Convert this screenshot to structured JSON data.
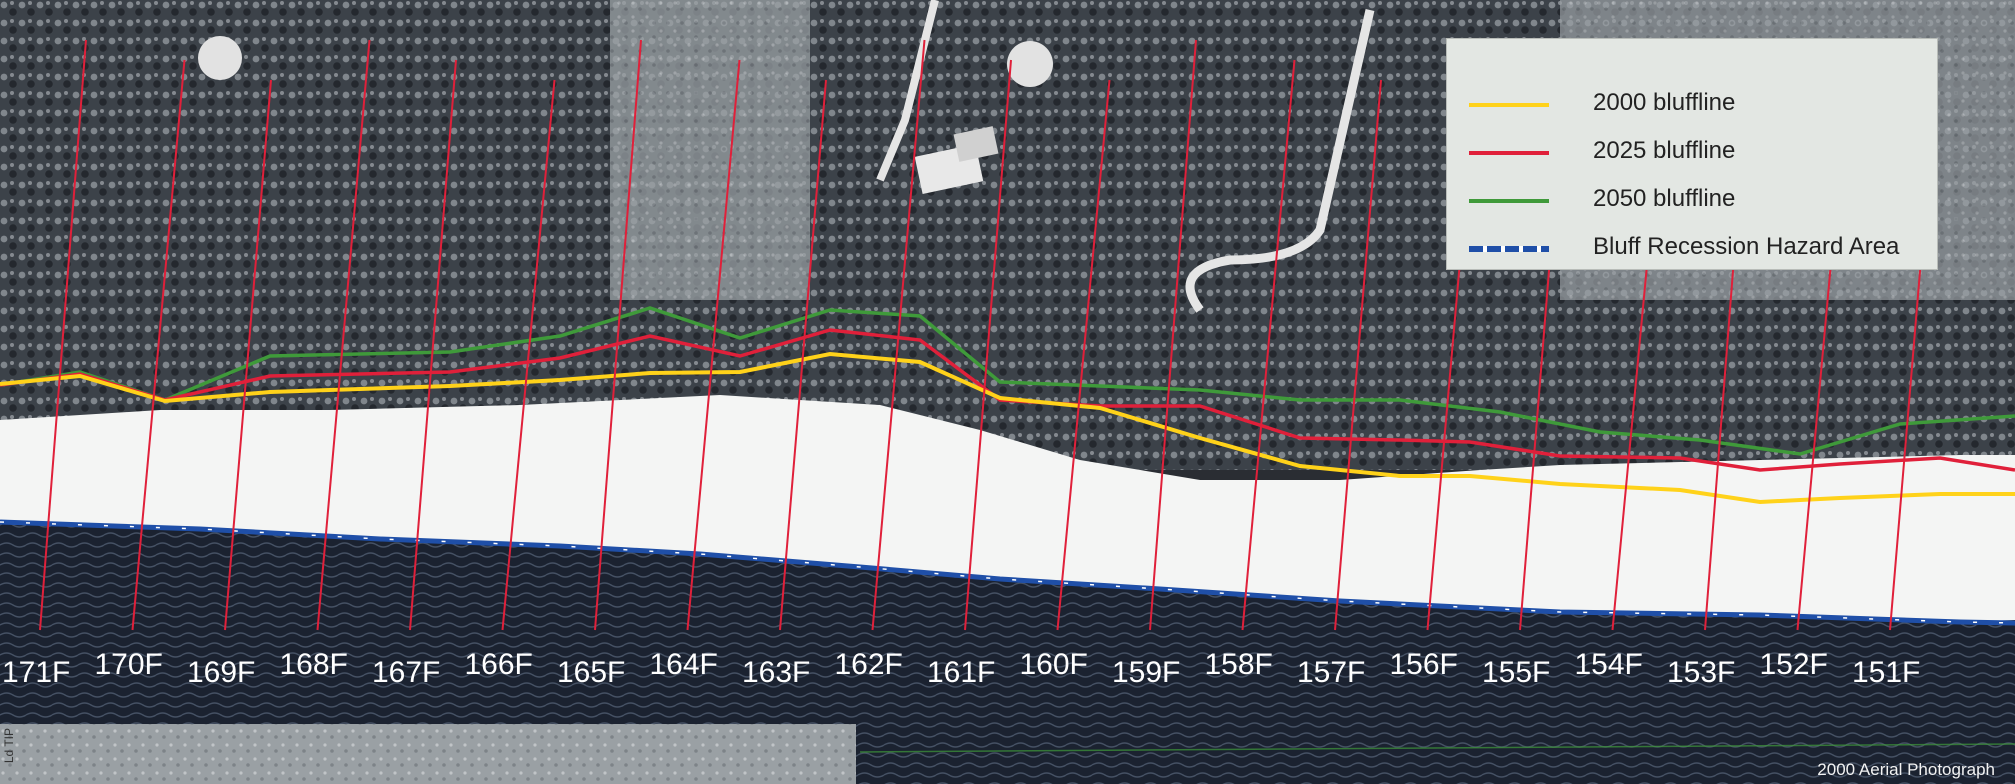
{
  "legend": {
    "items": [
      {
        "label": "2000 bluffline",
        "color": "#ffd21a"
      },
      {
        "label": "2025 bluffline",
        "color": "#e0203a"
      },
      {
        "label": "2050 bluffline",
        "color": "#3f9a3a"
      },
      {
        "label": "Bluff Recession Hazard Area",
        "color": "#1f4fa8"
      }
    ]
  },
  "transects": [
    "171F",
    "170F",
    "169F",
    "168F",
    "167F",
    "166F",
    "165F",
    "164F",
    "163F",
    "162F",
    "161F",
    "160F",
    "159F",
    "158F",
    "157F",
    "156F",
    "155F",
    "154F",
    "153F",
    "152F",
    "151F"
  ],
  "credit": "2000 Aerial Photograph",
  "side_tag": "Ld TIP",
  "colors": {
    "water": "#1b2230",
    "beach": "#f4f5f4",
    "vegetation": "#3a4048",
    "field": "#8a9094",
    "transect": "#e0203a",
    "label_text": "#ffffff"
  }
}
